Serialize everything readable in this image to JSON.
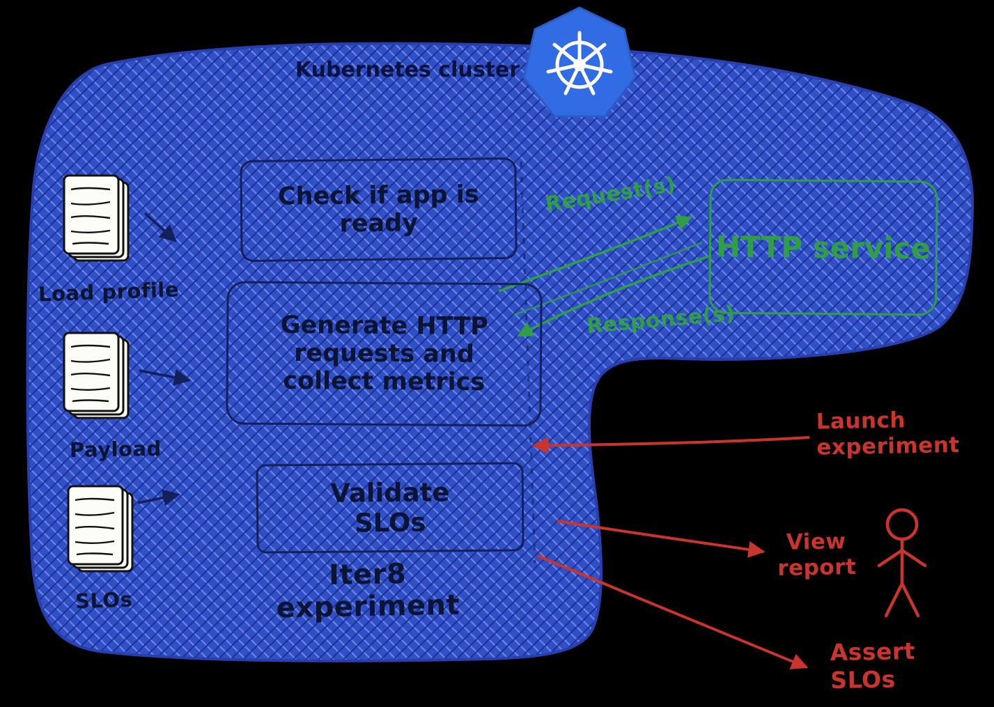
{
  "diagram": {
    "cluster_label": "Kubernetes cluster",
    "experiment_label": "Iter8 experiment",
    "inputs": [
      {
        "label": "Load profile"
      },
      {
        "label": "Payload"
      },
      {
        "label": "SLOs"
      }
    ],
    "tasks": [
      {
        "label": "Check if app is ready"
      },
      {
        "label": "Generate HTTP requests and collect metrics"
      },
      {
        "label": "Validate SLOs"
      }
    ],
    "service": {
      "label": "HTTP service"
    },
    "flows": {
      "request_label": "Request(s)",
      "response_label": "Response(s)"
    },
    "actions": [
      {
        "label": "Launch experiment"
      },
      {
        "label": "View report"
      },
      {
        "label": "Assert SLOs"
      }
    ],
    "colors": {
      "cluster_fill": "#3050c6",
      "cluster_hatch_light": "#6e88ef",
      "cluster_hatch_dark": "#1b2d93",
      "cluster_outline": "#2a3fae",
      "ink": "#0c1434",
      "green": "#2f9e44",
      "red": "#c9342c",
      "kubernetes_blue": "#326ce5"
    }
  }
}
